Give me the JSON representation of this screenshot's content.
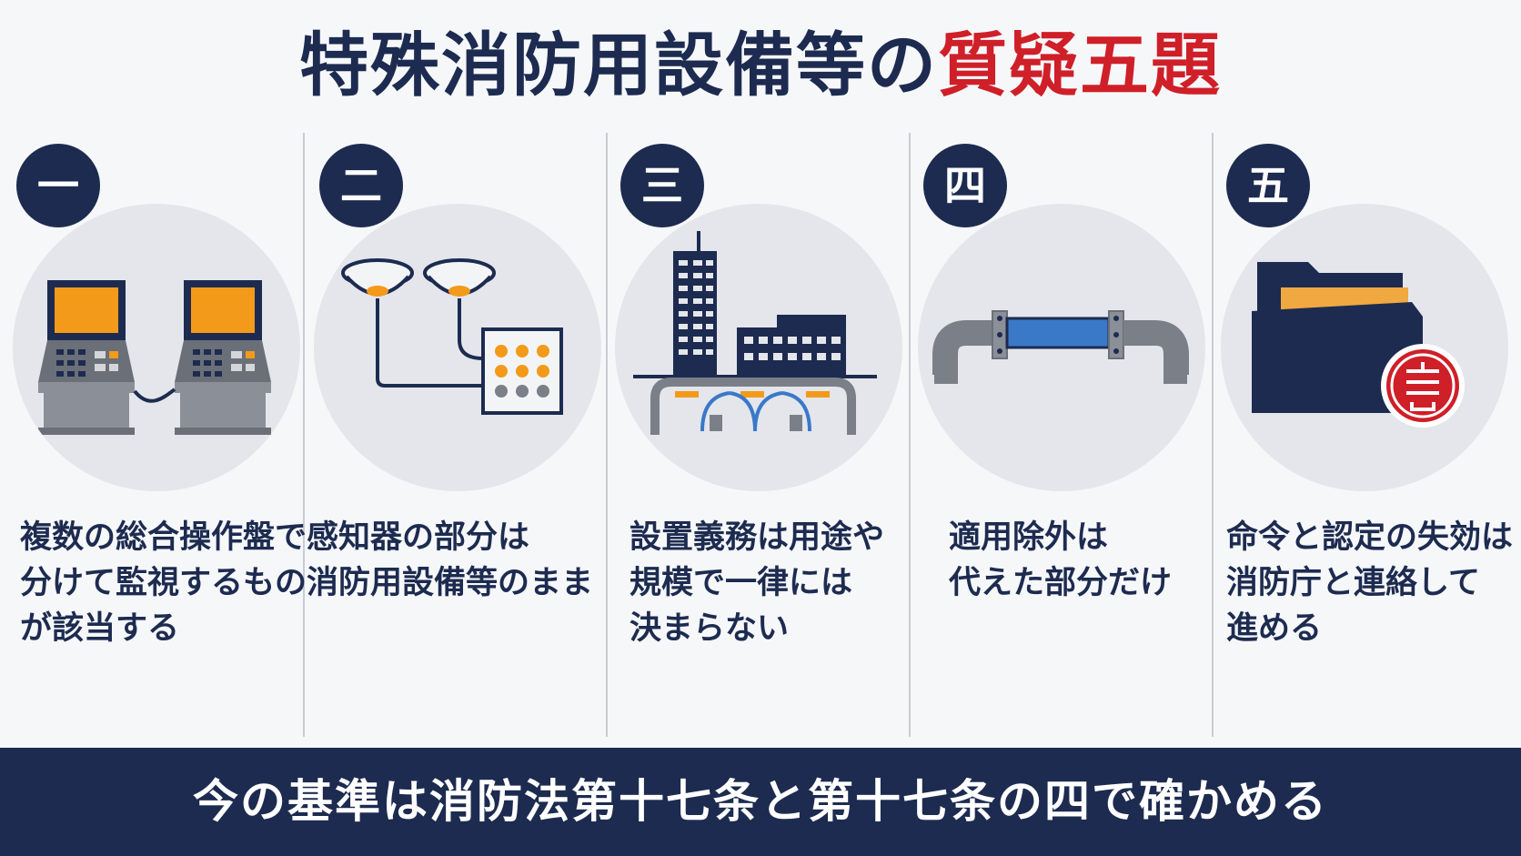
{
  "title": {
    "main": "特殊消防用設備等の",
    "accent": "質疑五題"
  },
  "items": [
    {
      "number": "一",
      "icon": "control-panels-icon",
      "lines": [
        "複数の総合操作盤で",
        "分けて監視するもの",
        "が該当する"
      ]
    },
    {
      "number": "二",
      "icon": "smoke-detector-icon",
      "lines": [
        "感知器の部分は",
        "消防用設備等のまま"
      ]
    },
    {
      "number": "三",
      "icon": "buildings-icon",
      "lines": [
        "設置義務は用途や",
        "規模で一律には",
        "決まらない"
      ]
    },
    {
      "number": "四",
      "icon": "pipe-section-icon",
      "lines": [
        "適用除外は",
        "代えた部分だけ"
      ]
    },
    {
      "number": "五",
      "icon": "folder-seal-icon",
      "lines": [
        "命令と認定の失効は",
        "消防庁と連絡して",
        "進める"
      ]
    }
  ],
  "footer": {
    "text": "今の基準は消防法第十七条と第十七条の四で確かめる"
  },
  "colors": {
    "navy": "#1d2b50",
    "red": "#cf1f28",
    "orange": "#f39a1a",
    "circle_bg": "#e4e6eb"
  }
}
